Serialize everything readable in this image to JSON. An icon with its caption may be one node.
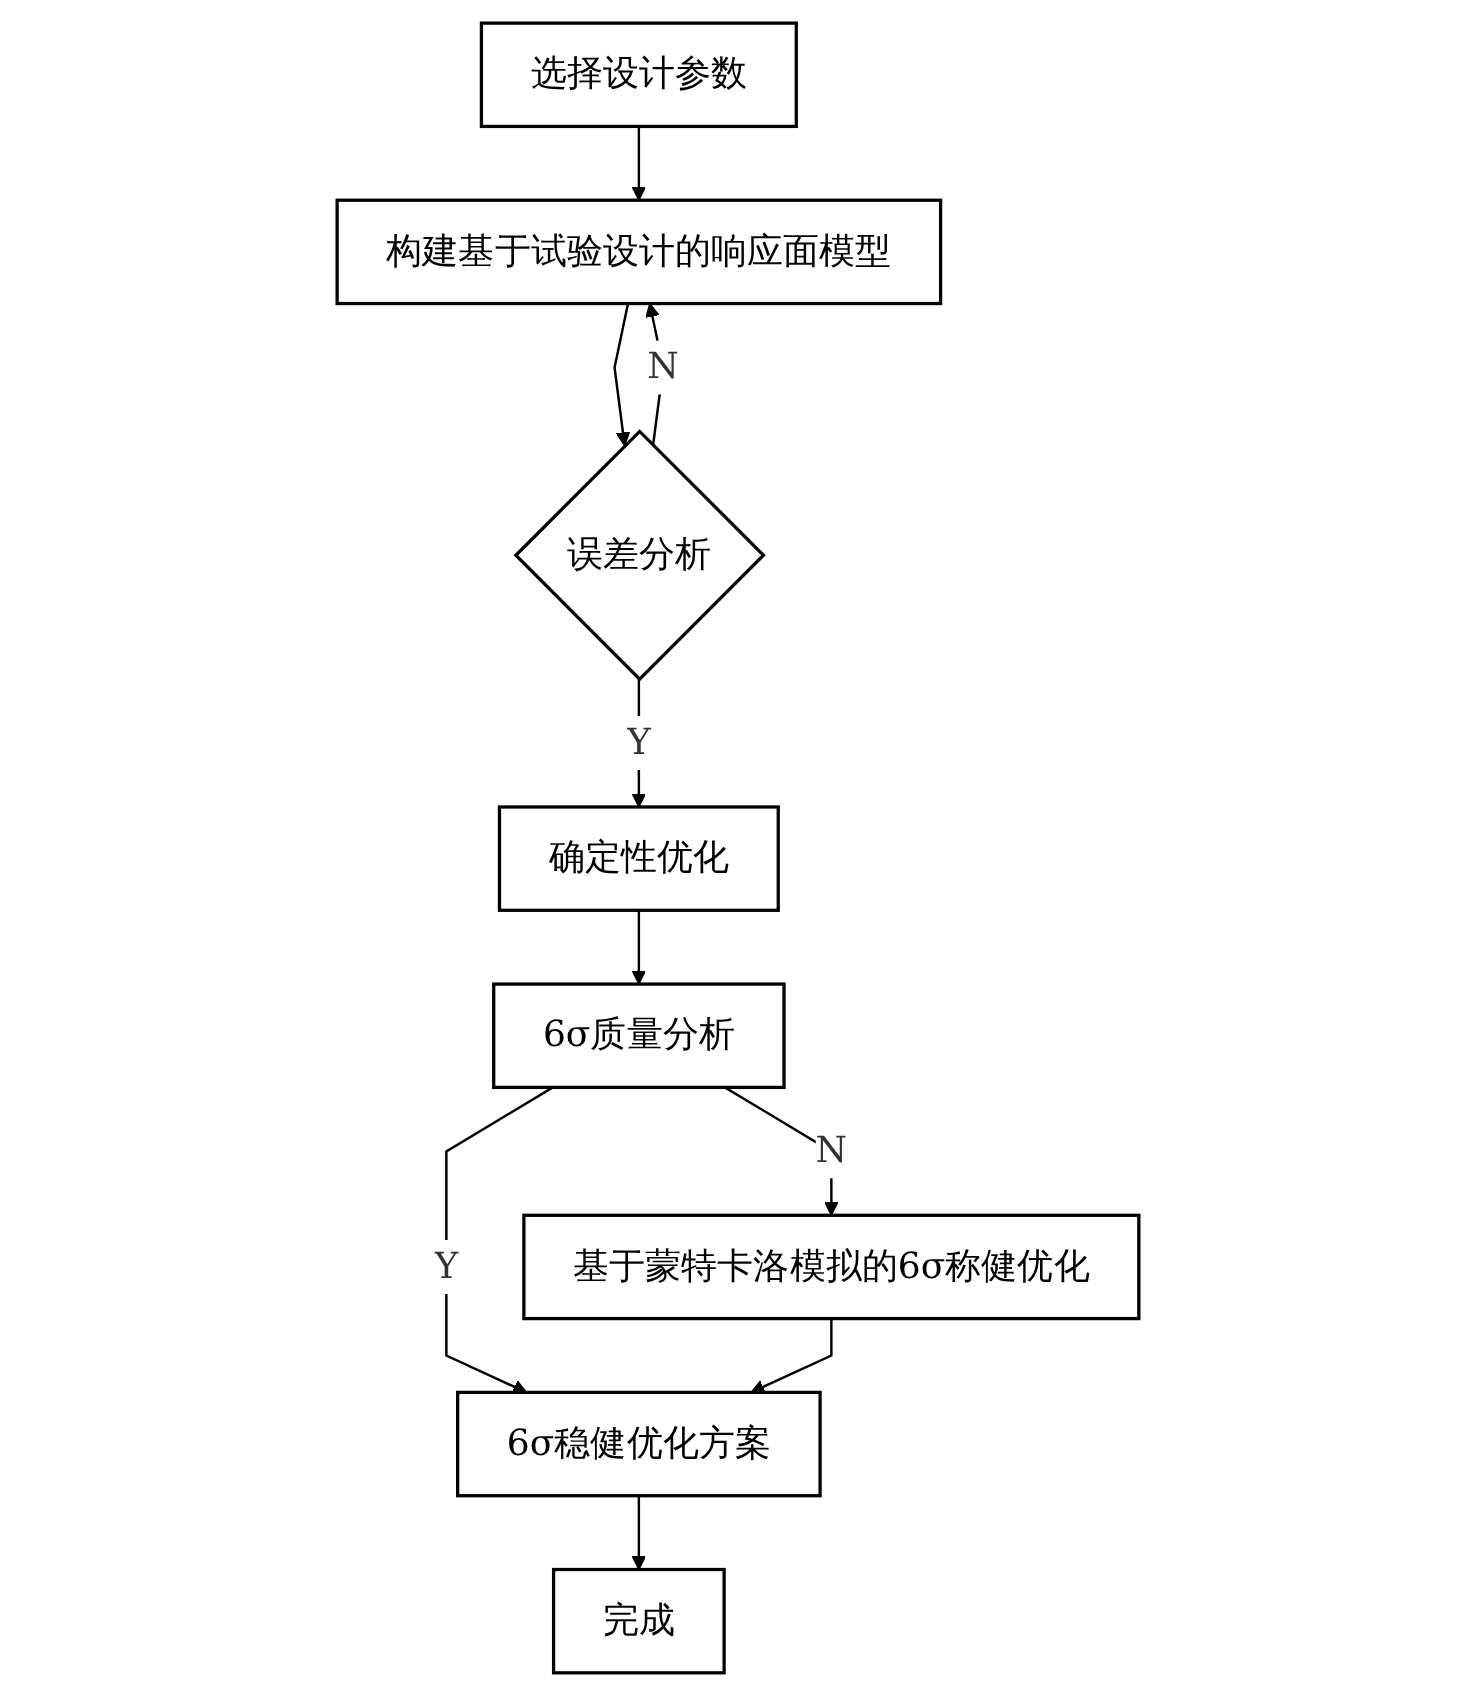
{
  "diagram": {
    "nodes": [
      {
        "text": [
          "选择设计参数"
        ]
      },
      {
        "text": [
          "构建基于试验设计的响应面模型"
        ]
      },
      {
        "text": [
          "误差分析"
        ]
      },
      {
        "text": [
          "确定性优化"
        ]
      },
      {
        "text": [
          "6σ质量分析"
        ]
      },
      {
        "text": [
          "基于蒙特卡洛模拟的6σ称健优化"
        ]
      },
      {
        "text": [
          "6σ稳健优化方案"
        ]
      },
      {
        "text": [
          "完成"
        ]
      }
    ],
    "edges": [
      {
        "from": 0,
        "to": 1,
        "arrow": "to"
      },
      {
        "from": 1,
        "to": 2,
        "arrow": "to"
      },
      {
        "from": 2,
        "to": 1,
        "arrow": "to",
        "label": "N"
      },
      {
        "from": 2,
        "to": 3,
        "arrow": "to",
        "label": "Y"
      },
      {
        "from": 3,
        "to": 4,
        "arrow": "to"
      },
      {
        "from": 4,
        "to": 5,
        "arrow": "to",
        "label": "N"
      },
      {
        "from": 4,
        "to": 6,
        "arrow": "to",
        "label": "Y"
      },
      {
        "from": 5,
        "to": 6,
        "arrow": "to"
      },
      {
        "from": 6,
        "to": 7,
        "arrow": "to"
      }
    ]
  }
}
